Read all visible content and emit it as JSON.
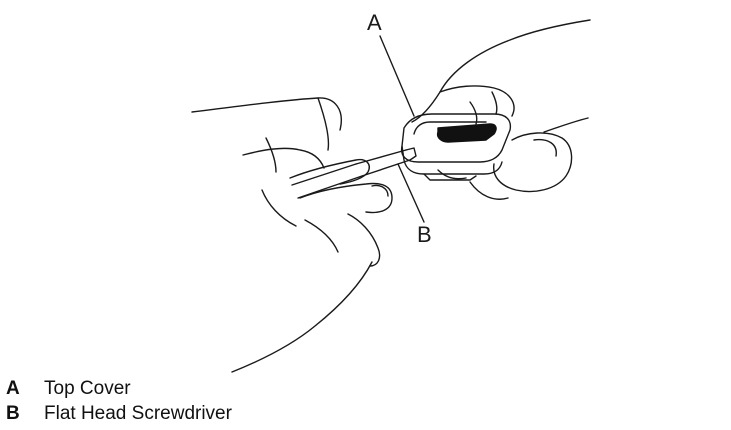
{
  "callouts": {
    "a": "A",
    "b": "B"
  },
  "legend": [
    {
      "key": "A",
      "label": "Top Cover"
    },
    {
      "key": "B",
      "label": "Flat Head Screwdriver"
    }
  ],
  "colors": {
    "line": "#1a1a1a",
    "key_fob_screen": "#111111",
    "background": "#ffffff"
  },
  "icons": {
    "left_hand": "hand-holding-screwdriver",
    "right_hand": "hand-holding-key-fob",
    "key_fob": "key-fob",
    "screwdriver": "flat-head-screwdriver"
  }
}
